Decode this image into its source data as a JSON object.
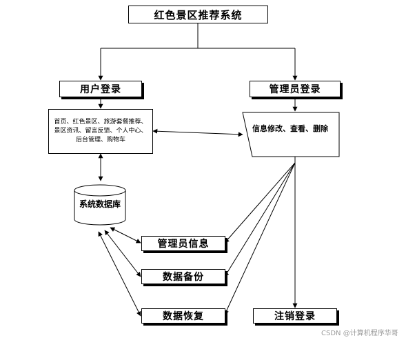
{
  "diagram": {
    "title": "红色景区推荐系统",
    "user_login": "用户登录",
    "admin_login": "管理员登录",
    "user_functions": "首页、红色景区、旅游套餐推荐、景区资讯、留言反馈、个人中心、后台管理、购物车",
    "admin_functions": "信息修改、查看、删除",
    "database": "系统数据库",
    "admin_info": "管理员信息",
    "data_backup": "数据备份",
    "data_restore": "数据恢复",
    "logout": "注销登录"
  },
  "watermark": "CSDN @计算机程序华哥"
}
